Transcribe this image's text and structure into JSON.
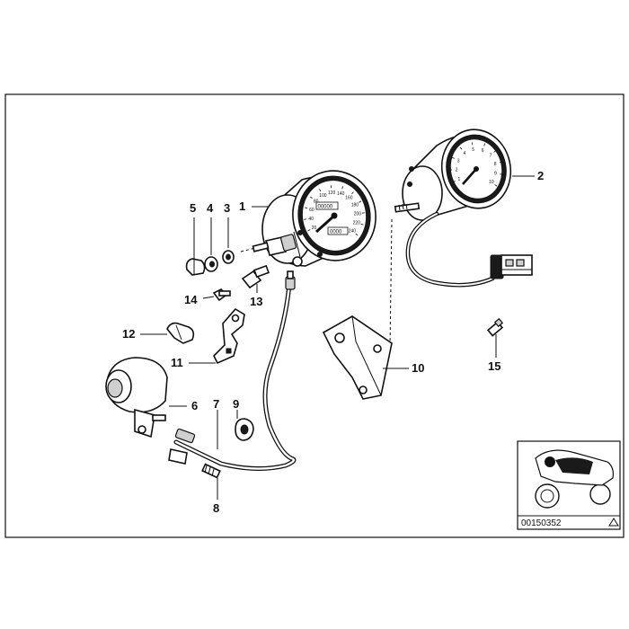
{
  "diagram_id": "00150352",
  "callouts": [
    "1",
    "2",
    "3",
    "4",
    "5",
    "6",
    "7",
    "8",
    "9",
    "10",
    "11",
    "12",
    "13",
    "14",
    "15"
  ],
  "speedo_scale": [
    "20",
    "40",
    "60",
    "80",
    "100",
    "120",
    "140",
    "160",
    "180",
    "200",
    "220",
    "240"
  ],
  "tacho_scale": [
    "1",
    "2",
    "3",
    "4",
    "5",
    "6",
    "7",
    "8",
    "9",
    "10"
  ],
  "speedo_odometer_digits": "00000",
  "speedo_trip_digits": "0000",
  "thumbnail_marker_icon": "warning-triangle-icon",
  "colors": {
    "line": "#111111",
    "background": "#ffffff",
    "fill_dark": "#1a1a1a"
  }
}
